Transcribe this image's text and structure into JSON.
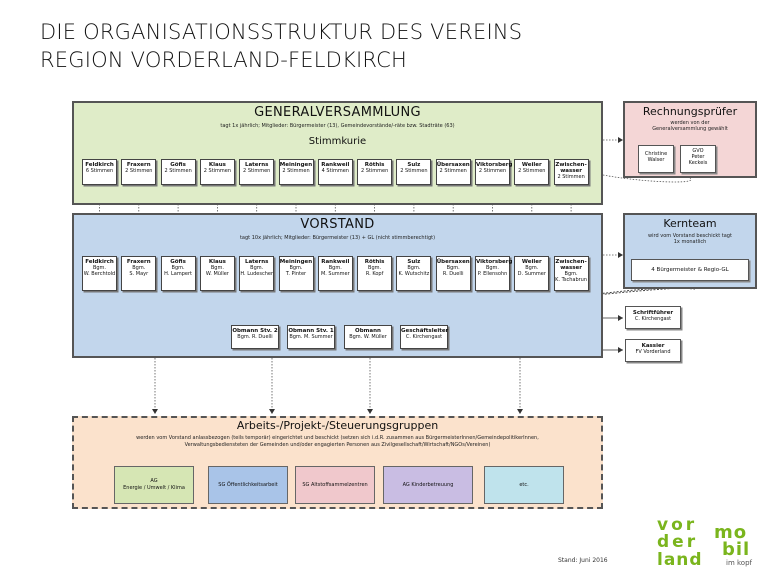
{
  "title": {
    "line1": "DIE ORGANISATIONSSTRUKTUR DES VEREINS",
    "line2": "REGION VORDERLAND-FELDKIRCH"
  },
  "generalversammlung": {
    "heading": "GENERALVERSAMMLUNG",
    "desc": "tagt 1x jährlich; Mitglieder: Bürgermeister (13), Gemeindevorstände/-räte bzw. Stadträte (63)",
    "stimmkurie": "Stimmkurie",
    "members": [
      {
        "name": "Feldkirch",
        "votes": "6 Stimmen"
      },
      {
        "name": "Fraxern",
        "votes": "2 Stimmen"
      },
      {
        "name": "Göfis",
        "votes": "2 Stimmen"
      },
      {
        "name": "Klaus",
        "votes": "2 Stimmen"
      },
      {
        "name": "Laterns",
        "votes": "2 Stimmen"
      },
      {
        "name": "Meiningen",
        "votes": "2 Stimmen"
      },
      {
        "name": "Rankweil",
        "votes": "4 Stimmen"
      },
      {
        "name": "Röthis",
        "votes": "2 Stimmen"
      },
      {
        "name": "Sulz",
        "votes": "2 Stimmen"
      },
      {
        "name": "Übersaxen",
        "votes": "2 Stimmen"
      },
      {
        "name": "Viktorsberg",
        "votes": "2 Stimmen"
      },
      {
        "name": "Weiler",
        "votes": "2 Stimmen"
      },
      {
        "name": "Zwischen-wasser",
        "votes": "2 Stimmen"
      }
    ]
  },
  "rechnungspruefer": {
    "heading": "Rechnungsprüfer",
    "desc": "werden von der Generalversammlung gewählt",
    "persons": [
      {
        "line1": "Christine",
        "line2": "Walser",
        "line3": ""
      },
      {
        "line1": "GVO",
        "line2": "Peter",
        "line3": "Keckeis"
      }
    ]
  },
  "vorstand": {
    "heading": "VORSTAND",
    "desc": "tagt 10x jährlich; Mitglieder: Bürgermeister (13) + GL (nicht stimmberechtigt)",
    "members": [
      {
        "name": "Feldkirch",
        "role": "Bgm.",
        "person": "W. Berchtold"
      },
      {
        "name": "Fraxern",
        "role": "Bgm.",
        "person": "S. Mayr"
      },
      {
        "name": "Göfis",
        "role": "Bgm.",
        "person": "H. Lampert"
      },
      {
        "name": "Klaus",
        "role": "Bgm.",
        "person": "W. Müller"
      },
      {
        "name": "Laterns",
        "role": "Bgm.",
        "person": "H. Ludescher"
      },
      {
        "name": "Meiningen",
        "role": "Bgm.",
        "person": "T. Pinter"
      },
      {
        "name": "Rankweil",
        "role": "Bgm.",
        "person": "M. Summer"
      },
      {
        "name": "Röthis",
        "role": "Bgm.",
        "person": "R. Kopf"
      },
      {
        "name": "Sulz",
        "role": "Bgm.",
        "person": "K. Wutschitz"
      },
      {
        "name": "Übersaxen",
        "role": "Bgm.",
        "person": "R. Duelli"
      },
      {
        "name": "Viktorsberg",
        "role": "Bgm.",
        "person": "P. Ellensohn"
      },
      {
        "name": "Weiler",
        "role": "Bgm.",
        "person": "D. Summer"
      },
      {
        "name": "Zwischen-wasser",
        "role": "Bgm.",
        "person": "K. Tschabrun"
      }
    ],
    "obleute": [
      {
        "title": "Obmann Stv. 2",
        "person": "Bgm. R. Duelli"
      },
      {
        "title": "Obmann Stv. 1",
        "person": "Bgm. M. Summer"
      },
      {
        "title": "Obmann",
        "person": "Bgm. W. Müller"
      },
      {
        "title": "Geschäftsleiter",
        "person": "C. Kirchengast"
      }
    ]
  },
  "kernteam": {
    "heading": "Kernteam",
    "desc": "wird vom Vorstand beschickt tagt 1x monatlich",
    "content": "4 Bürgermeister & Regio-GL"
  },
  "schriftfuehrer": {
    "title": "Schriftführer",
    "person": "C. Kirchengast"
  },
  "kassier": {
    "title": "Kassier",
    "person": "FV Vorderland"
  },
  "arbeitsgruppen": {
    "heading": "Arbeits-/Projekt-/Steuerungsgruppen",
    "desc1": "werden vom Vorstand anlassbezogen (teils temporär) eingerichtet und beschickt (setzen sich i.d.R. zusammen aus BürgermeisterInnen/GemeindepolitikerInnen,",
    "desc2": "Verwaltungsbediensteten der Gemeinden und/oder engagierten Personen aus Zivilgesellschaft/Wirtschaft/NGOs/Vereinen)",
    "groups": [
      {
        "line1": "AG",
        "line2": "Energie / Umwelt / Klima",
        "color": "#d6e6b4"
      },
      {
        "line1": "SG Öffentlichkeitsarbeit",
        "line2": "",
        "color": "#a9c4e8"
      },
      {
        "line1": "SG Altstoffsammelzentren",
        "line2": "",
        "color": "#f0c8cc"
      },
      {
        "line1": "AG Kinderbetreuung",
        "line2": "",
        "color": "#c9bde3"
      },
      {
        "line1": "etc.",
        "line2": "",
        "color": "#bfe3ec"
      }
    ]
  },
  "footer": {
    "stand": "Stand: Juni 2016"
  },
  "logo": {
    "vorderland": [
      "vor",
      "der",
      "land"
    ],
    "mobil": [
      "mo",
      "bil"
    ],
    "tagline": "im kopf",
    "color_green": "#7ab51d",
    "color_dark": "#555555"
  }
}
